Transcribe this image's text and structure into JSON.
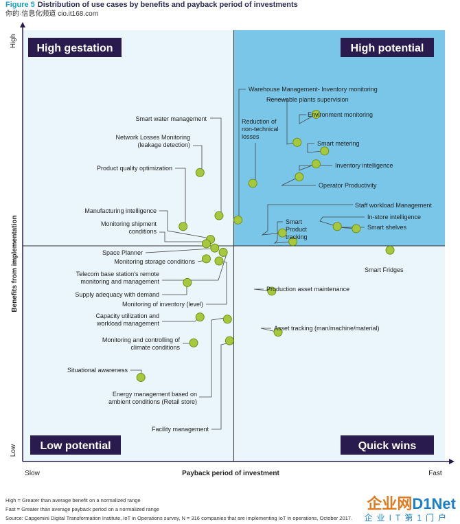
{
  "figure": {
    "number": "Figure 5",
    "title": "Distribution of use cases by benefits and payback period of investments"
  },
  "overlay_text": "你的·信息化频道 cio.it168.com",
  "chart_data": {
    "type": "scatter",
    "xlabel": "Payback period of investment",
    "ylabel": "Benefits from implementation",
    "x_ticks": {
      "low": "Slow",
      "high": "Fast"
    },
    "y_ticks": {
      "low": "Low",
      "high": "High"
    },
    "xlim": [
      0,
      100
    ],
    "ylim": [
      0,
      100
    ],
    "quadrant_divider": {
      "x": 50,
      "y": 50
    },
    "quadrants": [
      {
        "label": "High gestation",
        "position": "top-left"
      },
      {
        "label": "High potential",
        "position": "top-right"
      },
      {
        "label": "Low potential",
        "position": "bottom-left"
      },
      {
        "label": "Quick wins",
        "position": "bottom-right"
      }
    ],
    "colors": {
      "point": "#a6c83d",
      "point_edge": "#6f8f1d",
      "high_potential_bg": "#79c6e8",
      "other_bg": "#eaf6fc",
      "quadrant_label_bg": "#2a1b4e",
      "leader": "#444444"
    },
    "points": [
      {
        "name": "Warehouse Management- Inventory monitoring",
        "x": 51,
        "y": 56
      },
      {
        "name": "Renewable plants supervision",
        "x": 65,
        "y": 74
      },
      {
        "name": "Environment monitoring",
        "x": 69.5,
        "y": 80.5
      },
      {
        "name": "Reduction of non-technical losses",
        "x": 54.5,
        "y": 64.5
      },
      {
        "name": "Smart metering",
        "x": 71.5,
        "y": 72
      },
      {
        "name": "Inventory intelligence",
        "x": 69.5,
        "y": 69
      },
      {
        "name": "Operator Productivity",
        "x": 65.5,
        "y": 66
      },
      {
        "name": "Staff workload Management",
        "x": 61.5,
        "y": 53
      },
      {
        "name": "In-store intelligence",
        "x": 74.5,
        "y": 54.5
      },
      {
        "name": "Smart shelves",
        "x": 79,
        "y": 54
      },
      {
        "name": "Smart Product tracking",
        "x": 64,
        "y": 51
      },
      {
        "name": "Smart Fridges",
        "x": 87,
        "y": 49
      },
      {
        "name": "Production asset maintenance",
        "x": 59,
        "y": 39.5
      },
      {
        "name": "Asset tracking (man/machine/material)",
        "x": 60.5,
        "y": 30
      },
      {
        "name": "Smart water management",
        "x": 46.5,
        "y": 57
      },
      {
        "name": "Network Losses Monitoring (leakage detection)",
        "x": 42,
        "y": 67
      },
      {
        "name": "Product quality optimization",
        "x": 38,
        "y": 54.5
      },
      {
        "name": "Manufacturing intelligence",
        "x": 44.5,
        "y": 51.5
      },
      {
        "name": "Monitoring shipment conditions",
        "x": 43.5,
        "y": 50.5
      },
      {
        "name": "Space Planner",
        "x": 45.5,
        "y": 49.5
      },
      {
        "name": "Monitoring storage conditions",
        "x": 43.5,
        "y": 47
      },
      {
        "name": "Telecom base station's remote monitoring and management",
        "x": 47.5,
        "y": 48.5
      },
      {
        "name": "Supply adequacy with demand",
        "x": 39,
        "y": 41.5
      },
      {
        "name": "Monitoring of inventory (level)",
        "x": 46.5,
        "y": 46.5
      },
      {
        "name": "Capacity utilization and workload management",
        "x": 42,
        "y": 33.5
      },
      {
        "name": "Monitoring and controlling of climate conditions",
        "x": 40.5,
        "y": 27.5
      },
      {
        "name": "Situational awareness",
        "x": 28,
        "y": 19.5
      },
      {
        "name": "Energy management based on ambient conditions (Retail store)",
        "x": 48.5,
        "y": 33
      },
      {
        "name": "Facility management",
        "x": 49,
        "y": 28
      }
    ]
  },
  "notes": [
    "High = Greater than average benefit on a normalized range",
    "Fast = Greater than average payback period on a normalized range",
    "Source: Capgemini Digital Transformation Institute, IoT in Operations survey, N = 316 companies that are implementing IoT in operations, October 2017."
  ],
  "watermark": {
    "logo_main": "企业网",
    "logo_brand": "D1Net",
    "logo_sub": "企业IT第1门户"
  }
}
